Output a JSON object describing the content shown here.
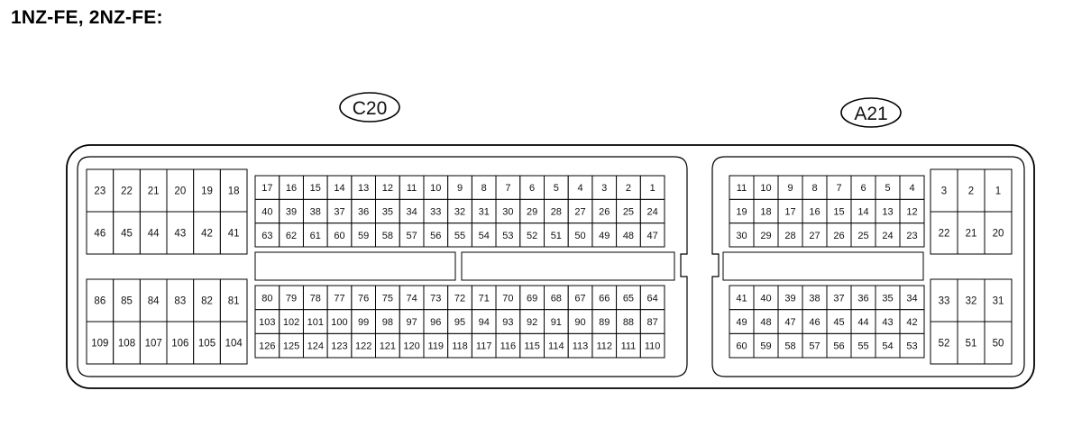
{
  "title": "1NZ-FE, 2NZ-FE:",
  "connectors": {
    "c20": {
      "label": "C20",
      "left_block": {
        "top": [
          [
            "23",
            "22",
            "21",
            "20",
            "19",
            "18"
          ],
          [
            "46",
            "45",
            "44",
            "43",
            "42",
            "41"
          ]
        ],
        "bottom": [
          [
            "86",
            "85",
            "84",
            "83",
            "82",
            "81"
          ],
          [
            "109",
            "108",
            "107",
            "106",
            "105",
            "104"
          ]
        ]
      },
      "main_block": {
        "top": [
          [
            "17",
            "16",
            "15",
            "14",
            "13",
            "12",
            "11",
            "10",
            "9",
            "8",
            "7",
            "6",
            "5",
            "4",
            "3",
            "2",
            "1"
          ],
          [
            "40",
            "39",
            "38",
            "37",
            "36",
            "35",
            "34",
            "33",
            "32",
            "31",
            "30",
            "29",
            "28",
            "27",
            "26",
            "25",
            "24"
          ],
          [
            "63",
            "62",
            "61",
            "60",
            "59",
            "58",
            "57",
            "56",
            "55",
            "54",
            "53",
            "52",
            "51",
            "50",
            "49",
            "48",
            "47"
          ]
        ],
        "bottom": [
          [
            "80",
            "79",
            "78",
            "77",
            "76",
            "75",
            "74",
            "73",
            "72",
            "71",
            "70",
            "69",
            "68",
            "67",
            "66",
            "65",
            "64"
          ],
          [
            "103",
            "102",
            "101",
            "100",
            "99",
            "98",
            "97",
            "96",
            "95",
            "94",
            "93",
            "92",
            "91",
            "90",
            "89",
            "88",
            "87"
          ],
          [
            "126",
            "125",
            "124",
            "123",
            "122",
            "121",
            "120",
            "119",
            "118",
            "117",
            "116",
            "115",
            "114",
            "113",
            "112",
            "111",
            "110"
          ]
        ]
      }
    },
    "a21": {
      "label": "A21",
      "main_block": {
        "top": [
          [
            "11",
            "10",
            "9",
            "8",
            "7",
            "6",
            "5",
            "4"
          ],
          [
            "19",
            "18",
            "17",
            "16",
            "15",
            "14",
            "13",
            "12"
          ],
          [
            "30",
            "29",
            "28",
            "27",
            "26",
            "25",
            "24",
            "23"
          ]
        ],
        "bottom": [
          [
            "41",
            "40",
            "39",
            "38",
            "37",
            "36",
            "35",
            "34"
          ],
          [
            "49",
            "48",
            "47",
            "46",
            "45",
            "44",
            "43",
            "42"
          ],
          [
            "60",
            "59",
            "58",
            "57",
            "56",
            "55",
            "54",
            "53"
          ]
        ]
      },
      "right_block": {
        "top": [
          [
            "3",
            "2",
            "1"
          ],
          [
            "22",
            "21",
            "20"
          ]
        ],
        "bottom": [
          [
            "33",
            "32",
            "31"
          ],
          [
            "52",
            "51",
            "50"
          ]
        ]
      }
    }
  }
}
